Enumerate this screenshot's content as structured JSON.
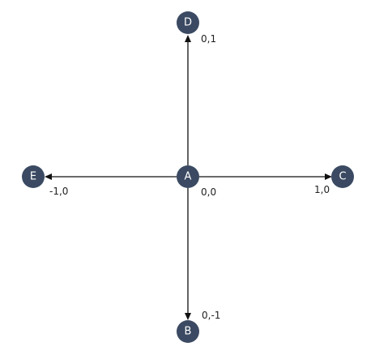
{
  "nodes": {
    "A": {
      "letter": "A",
      "coord": "0,0"
    },
    "B": {
      "letter": "B",
      "coord": "0,-1"
    },
    "C": {
      "letter": "C",
      "coord": "1,0"
    },
    "D": {
      "letter": "D",
      "coord": "0,1"
    },
    "E": {
      "letter": "E",
      "coord": "-1,0"
    }
  },
  "edges": [
    {
      "from": "A",
      "to": "B"
    },
    {
      "from": "A",
      "to": "C"
    },
    {
      "from": "A",
      "to": "D"
    },
    {
      "from": "A",
      "to": "E"
    }
  ],
  "colors": {
    "node_fill": "#3b4a62",
    "node_text": "#ffffff",
    "edge": "#111111"
  }
}
